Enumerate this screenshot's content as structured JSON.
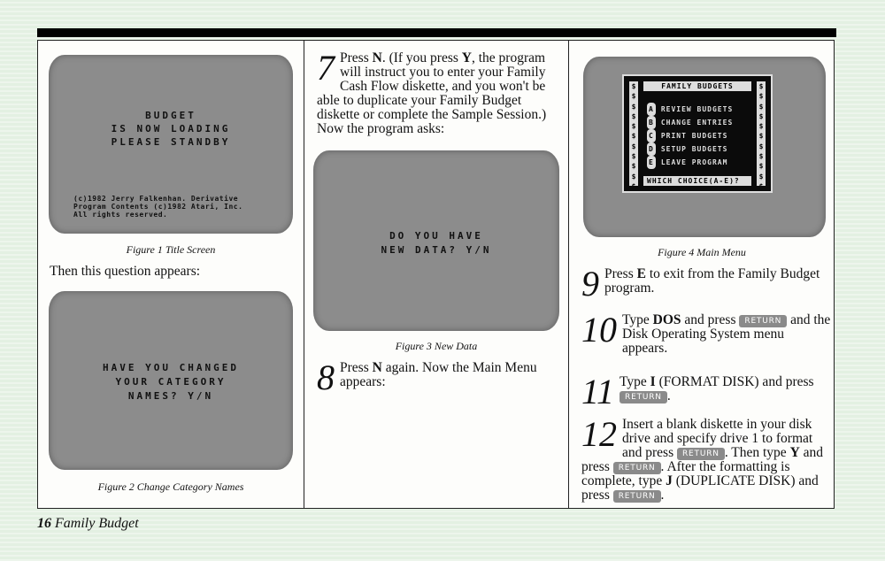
{
  "page": {
    "number": "16",
    "section": "Family Budget"
  },
  "figures": {
    "fig1": {
      "caption": "Figure 1   Title Screen",
      "lines": [
        "BUDGET",
        "IS NOW LOADING",
        "PLEASE STANDBY"
      ],
      "copyright": [
        "(c)1982 Jerry Falkenhan. Derivative",
        "Program Contents (c)1982 Atari, Inc.",
        "All rights reserved."
      ]
    },
    "fig2": {
      "caption": "Figure 2   Change Category Names",
      "lines": [
        "HAVE YOU CHANGED",
        "YOUR CATEGORY",
        "NAMES? Y/N"
      ]
    },
    "fig3": {
      "caption": "Figure 3   New Data",
      "lines": [
        "DO YOU HAVE",
        "NEW DATA? Y/N"
      ]
    },
    "fig4": {
      "caption": "Figure 4   Main Menu",
      "title": "FAMILY BUDGETS",
      "items": [
        {
          "key": "A",
          "label": "REVIEW BUDGETS"
        },
        {
          "key": "B",
          "label": "CHANGE ENTRIES"
        },
        {
          "key": "C",
          "label": "PRINT BUDGETS"
        },
        {
          "key": "D",
          "label": "SETUP BUDGETS"
        },
        {
          "key": "E",
          "label": "LEAVE PROGRAM"
        }
      ],
      "prompt": "WHICH CHOICE(A-E)?",
      "border_symbol": "$"
    }
  },
  "text": {
    "then_question": "Then this question appears:",
    "key_return": "RETURN"
  },
  "steps": [
    {
      "num": "7",
      "html_parts": [
        "Press ",
        "N",
        ". (If you press ",
        "Y",
        ", the program will instruct you to enter your Family Cash Flow diskette, and you won't be able to duplicate your Family Budget diskette or complete the Sample Session.) Now the program asks:"
      ]
    },
    {
      "num": "8",
      "html_parts": [
        "Press ",
        "N",
        " again. Now the Main Menu appears:"
      ]
    },
    {
      "num": "9",
      "html_parts": [
        "Press ",
        "E",
        " to exit from the Family Budget program."
      ]
    },
    {
      "num": "10",
      "html_parts": [
        "Type ",
        "DOS",
        " and press ",
        "",
        " and the Disk Operating System menu appears."
      ]
    },
    {
      "num": "11",
      "html_parts": [
        "Type ",
        "I",
        " (FORMAT DISK) and press ",
        "",
        "."
      ]
    },
    {
      "num": "12",
      "html_parts": [
        "Insert a blank diskette in your disk drive and specify drive 1 to format and press ",
        "",
        ". Then type ",
        "Y",
        " and press ",
        "",
        ". After the formatting is complete, type ",
        "J",
        " (DUPLICATE DISK) and press ",
        "",
        "."
      ]
    }
  ]
}
